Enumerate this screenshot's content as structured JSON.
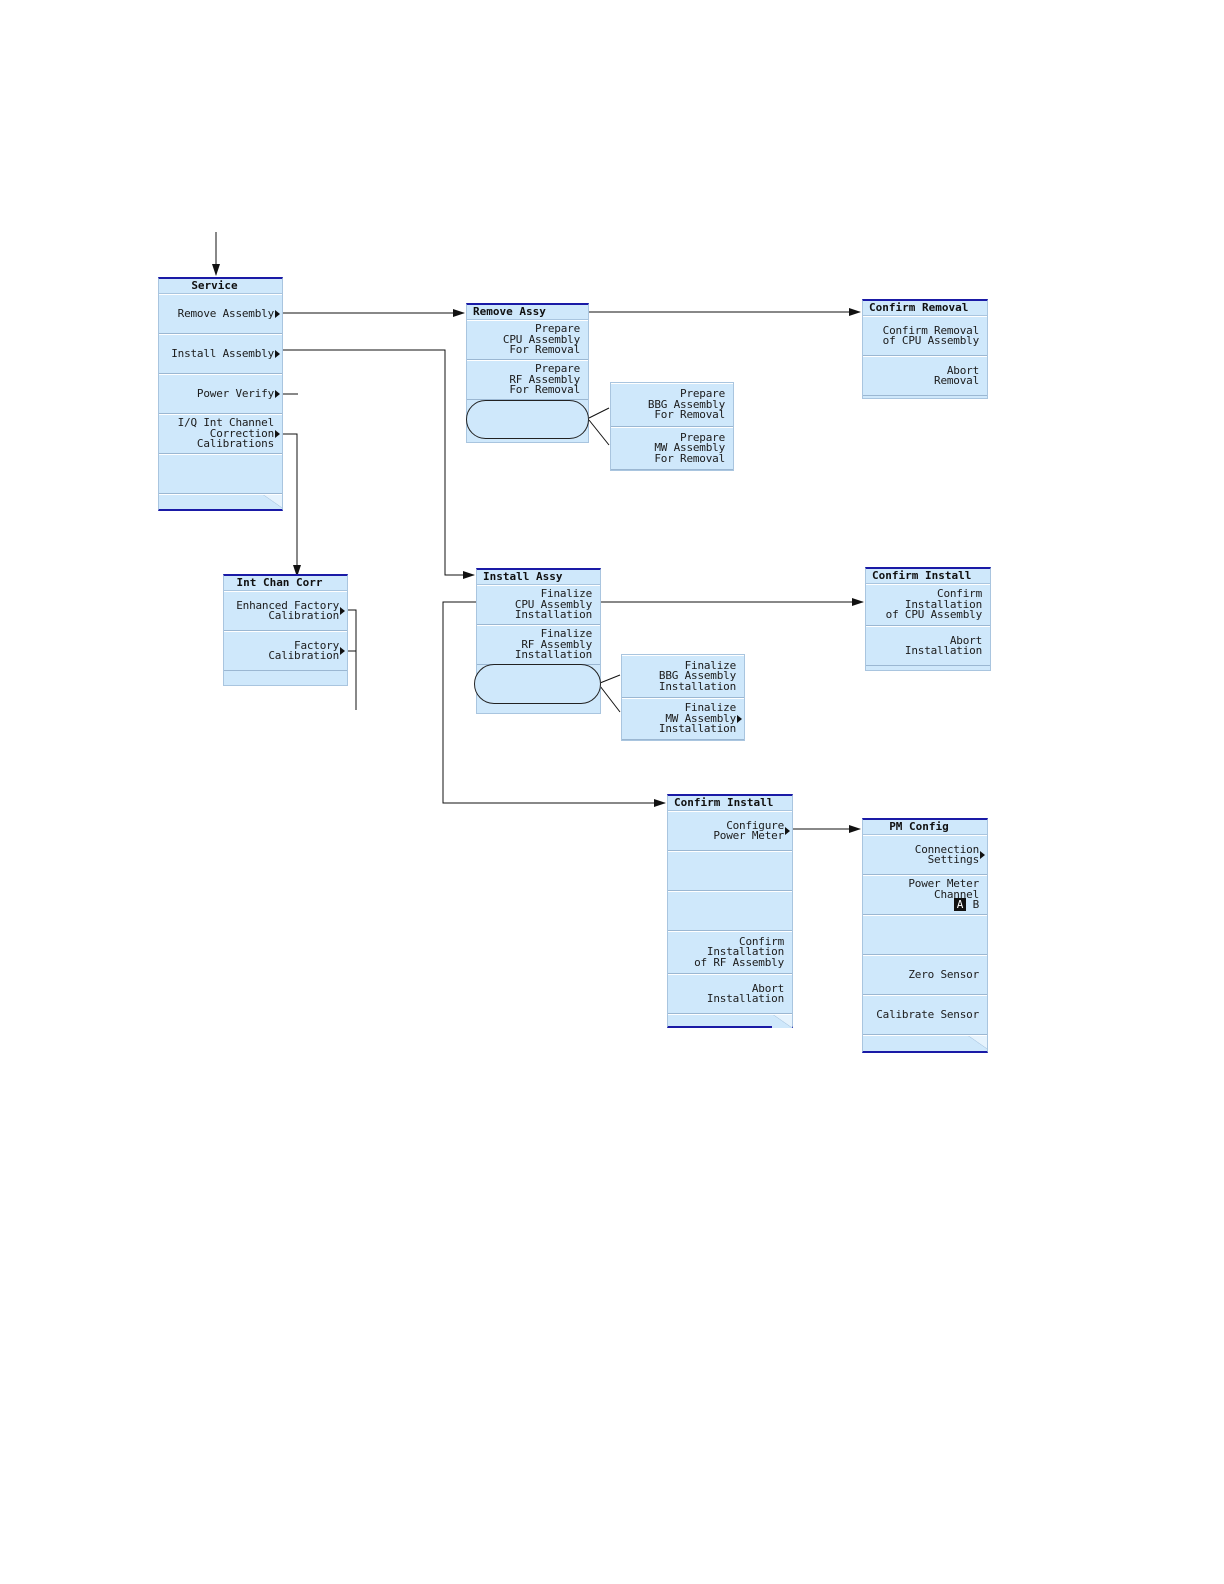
{
  "service": {
    "title": "Service",
    "keys": [
      "Remove Assembly",
      "Install Assembly",
      "Power Verify",
      "I/Q Int Channel\nCorrection\nCalibrations",
      ""
    ]
  },
  "remove_assy": {
    "title": "Remove Assy",
    "keys": [
      "Prepare\nCPU Assembly\nFor Removal",
      "Prepare\nRF Assembly\nFor Removal"
    ]
  },
  "remove_sub": {
    "keys": [
      "Prepare\nBBG Assembly\nFor Removal",
      "Prepare\nMW Assembly\nFor Removal"
    ]
  },
  "confirm_removal": {
    "title": "Confirm Removal",
    "keys": [
      "Confirm Removal\nof CPU Assembly",
      "Abort\nRemoval"
    ]
  },
  "int_chan_corr": {
    "title": "Int Chan Corr",
    "keys": [
      "Enhanced Factory\nCalibration",
      "Factory\nCalibration"
    ]
  },
  "install_assy": {
    "title": "Install Assy",
    "keys": [
      "Finalize\nCPU Assembly\nInstallation",
      "Finalize\nRF Assembly\nInstallation"
    ]
  },
  "install_sub": {
    "keys": [
      "Finalize\nBBG Assembly\nInstallation",
      "Finalize\nMW Assembly\nInstallation"
    ]
  },
  "confirm_install_cpu": {
    "title": "Confirm Install",
    "keys": [
      "Confirm\nInstallation\nof CPU Assembly",
      "Abort\nInstallation"
    ]
  },
  "confirm_install_rf": {
    "title": "Confirm Install",
    "keys": [
      "Configure\nPower Meter",
      "",
      "",
      "Confirm\nInstallation\nof RF Assembly",
      "Abort\nInstallation"
    ]
  },
  "pm_config": {
    "title": "PM Config",
    "keys": [
      "Connection\nSettings",
      "Power Meter\nChannel",
      "",
      "Zero Sensor",
      "Calibrate Sensor"
    ],
    "channel_options": [
      "A",
      "B"
    ],
    "channel_selected": "A"
  }
}
